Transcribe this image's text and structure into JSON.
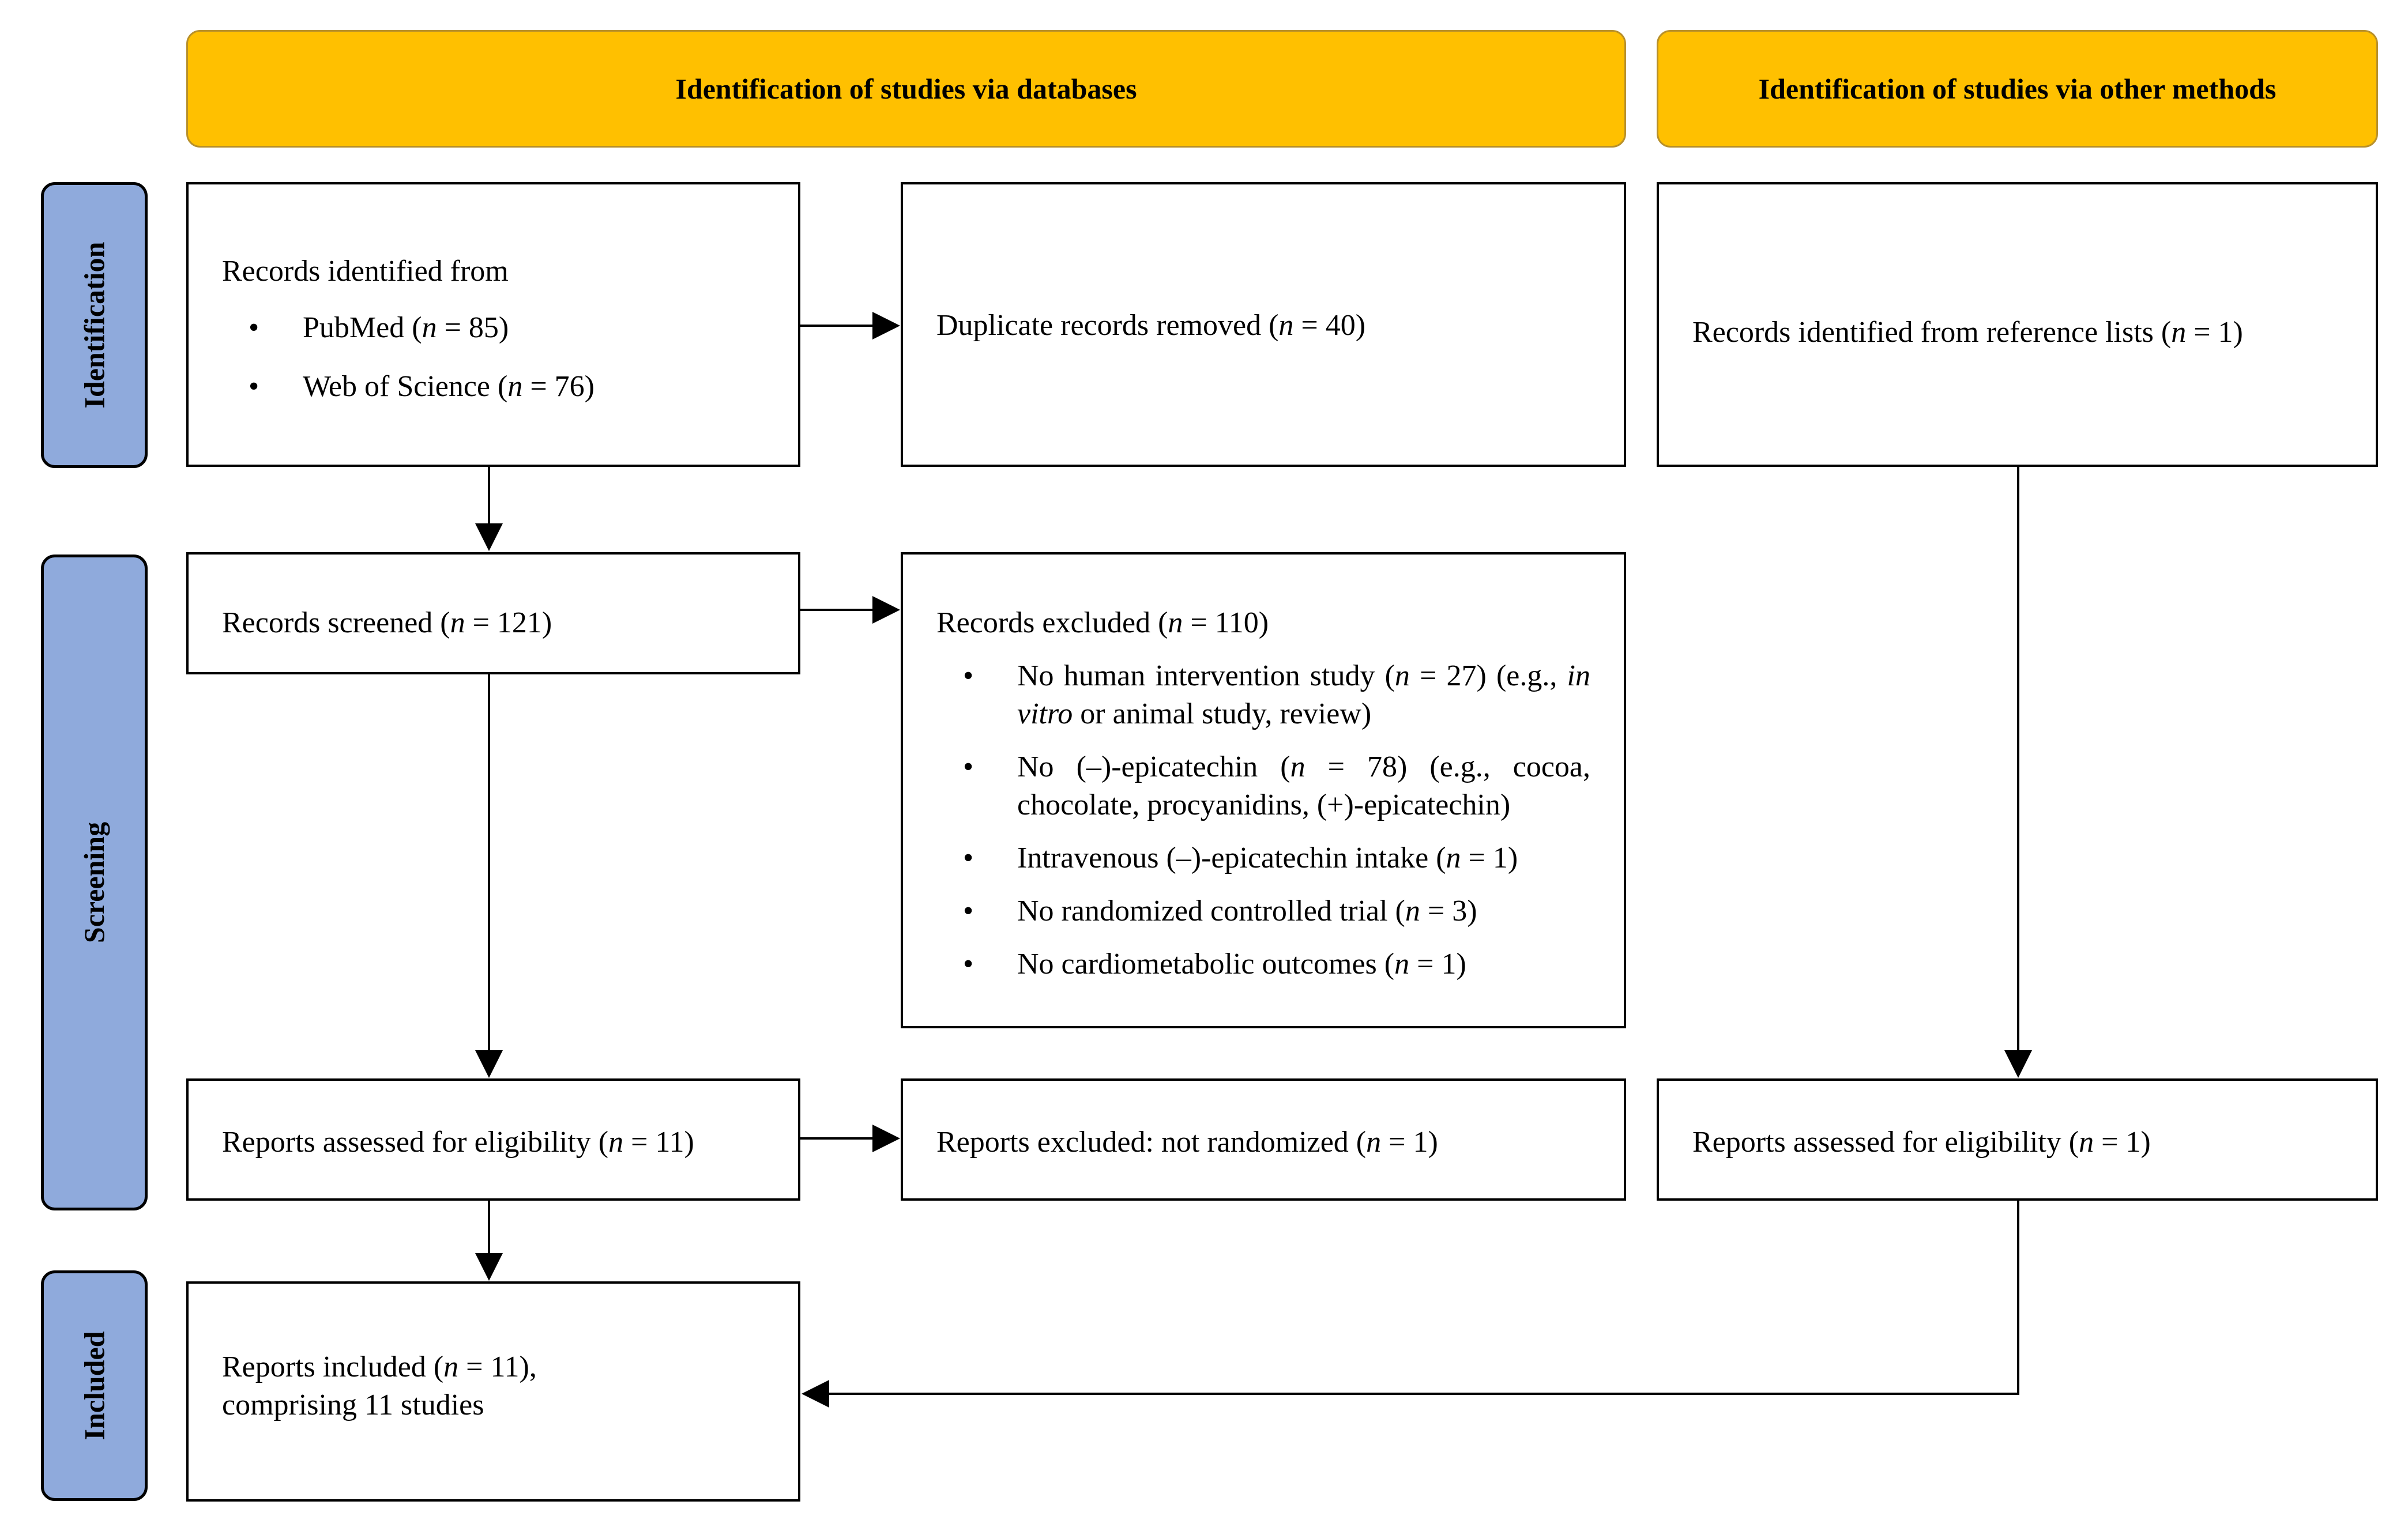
{
  "colors": {
    "header_fill": "#ffc000",
    "side_fill": "#8faadc",
    "line": "#000000"
  },
  "headers": {
    "databases": "Identification of studies via databases",
    "other_methods": "Identification of studies via other methods"
  },
  "stages": {
    "identification": "Identification",
    "screening": "Screening",
    "included": "Included"
  },
  "records_identified": {
    "title": "Records identified from",
    "sources": [
      {
        "name": "PubMed (",
        "n": "n",
        "value": " = 85)"
      },
      {
        "name": "Web of Science (",
        "n": "n",
        "value": " = 76)"
      }
    ]
  },
  "duplicates": {
    "pre": "Duplicate records removed (",
    "n": "n",
    "post": " = 40)"
  },
  "other_identified": {
    "pre": "Records identified from reference lists (",
    "n": "n",
    "post": " = 1)"
  },
  "screened": {
    "pre": "Records screened (",
    "n": "n",
    "post": " = 121)"
  },
  "excluded": {
    "title_pre": "Records excluded (",
    "title_n": "n",
    "title_post": " = 110)",
    "reasons": [
      {
        "pre": "No human intervention study (",
        "n": "n",
        "mid": " = 27) (e.g., ",
        "it": "in vitro",
        "post": " or animal study, review)"
      },
      {
        "pre": "No (–)-epicatechin (",
        "n": "n",
        "mid": " = 78) (e.g., cocoa, chocolate, procyanidins, (+)-epicatechin)",
        "it": "",
        "post": ""
      },
      {
        "pre": "Intravenous (–)-epicatechin intake (",
        "n": "n",
        "mid": " = 1)",
        "it": "",
        "post": ""
      },
      {
        "pre": "No randomized controlled trial (",
        "n": "n",
        "mid": " = 3)",
        "it": "",
        "post": ""
      },
      {
        "pre": "No cardiometabolic outcomes (",
        "n": "n",
        "mid": " = 1)",
        "it": "",
        "post": ""
      }
    ]
  },
  "assessed": {
    "pre": "Reports assessed for eligibility (",
    "n": "n",
    "post": " = 11)"
  },
  "reports_excluded": {
    "pre": "Reports excluded: not randomized (",
    "n": "n",
    "post": " = 1)"
  },
  "other_assessed": {
    "pre": "Reports assessed for eligibility (",
    "n": "n",
    "post": " = 1)"
  },
  "included": {
    "pre": "Reports included (",
    "n": "n",
    "post": " = 11),",
    "line2": "comprising 11 studies"
  }
}
